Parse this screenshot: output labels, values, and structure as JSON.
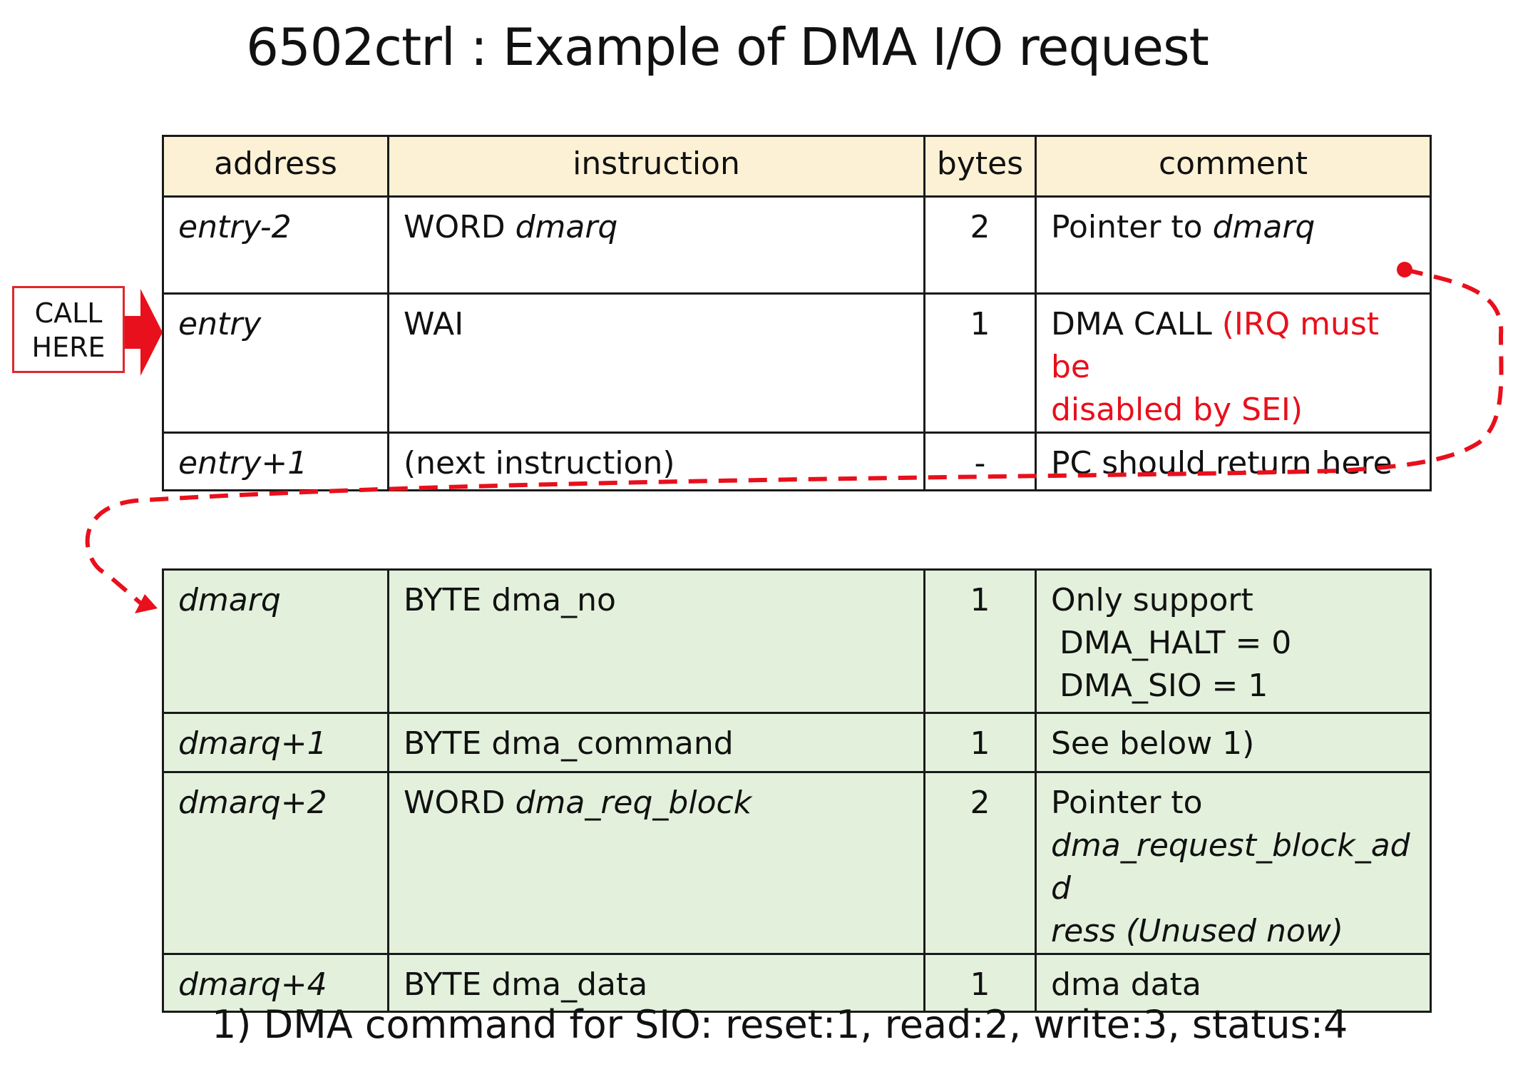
{
  "title": "6502ctrl : Example of DMA I/O request",
  "call_marker": {
    "line1": "CALL",
    "line2": "HERE"
  },
  "header": {
    "address": "address",
    "instruction": "instruction",
    "bytes": "bytes",
    "comment": "comment"
  },
  "table1": {
    "rows": [
      {
        "address": "entry-2",
        "instr_plain": "WORD ",
        "instr_italic": "dmarq",
        "bytes": "2",
        "comment_plain": "Pointer to ",
        "comment_italic": "dmarq"
      },
      {
        "address": "entry",
        "instr_plain": "WAI",
        "bytes": "1",
        "comment_plain": "DMA CALL ",
        "comment_red_1": "(IRQ must be",
        "comment_red_2": "disabled by SEI)"
      },
      {
        "address": "entry+1",
        "instr_plain": "(next instruction)",
        "bytes": "-",
        "comment_plain": "PC should return here"
      }
    ]
  },
  "table2": {
    "rows": [
      {
        "address": "dmarq",
        "instr_plain": "BYTE dma_no",
        "bytes": "1",
        "comment_line1": "Only support",
        "comment_line2": "DMA_HALT = 0",
        "comment_line3": "DMA_SIO = 1"
      },
      {
        "address": "dmarq+1",
        "instr_plain": "BYTE dma_command",
        "bytes": "1",
        "comment_line1": "See below 1)"
      },
      {
        "address": "dmarq+2",
        "instr_plain": "WORD ",
        "instr_italic": "dma_req_block",
        "bytes": "2",
        "comment_line1": "Pointer to",
        "comment_italic_1": "dma_request_block_add",
        "comment_italic_2": "ress (Unused now)"
      },
      {
        "address": "dmarq+4",
        "instr_plain": "BYTE dma_data",
        "bytes": "1",
        "comment_line1": "dma data"
      }
    ]
  },
  "footnote": "1) DMA command for SIO: reset:1, read:2, write:3, status:4",
  "colors": {
    "header_bg": "#fdf1d5",
    "green_bg": "#e3f1dc",
    "accent_red": "#e8101c",
    "border": "#1a1a1a"
  }
}
